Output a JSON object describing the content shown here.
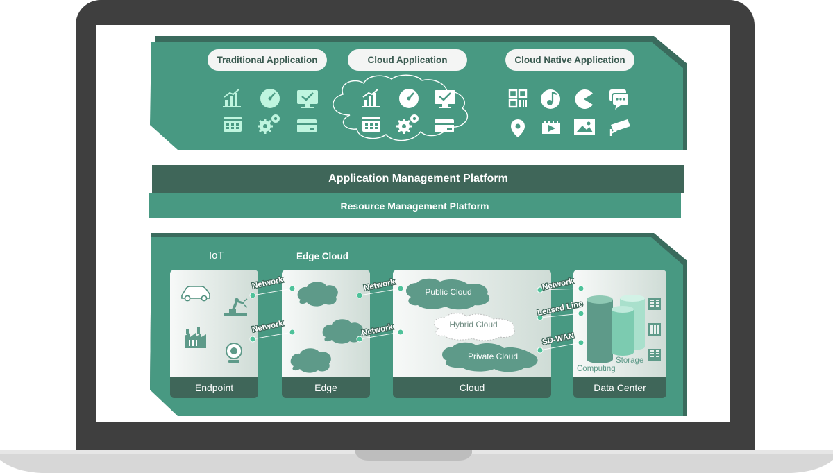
{
  "apps": {
    "traditional": "Traditional Application",
    "cloud": "Cloud Application",
    "cloud_native": "Cloud Native Application"
  },
  "platforms": {
    "application": "Application Management Platform",
    "resource": "Resource Management Platform"
  },
  "infra": {
    "iot": "IoT",
    "edge_cloud": "Edge Cloud",
    "columns": {
      "endpoint": "Endpoint",
      "edge": "Edge",
      "cloud": "Cloud",
      "datacenter": "Data Center"
    },
    "clouds": {
      "public": "Public Cloud",
      "hybrid": "Hybrid Cloud",
      "private": "Private Cloud"
    },
    "links": {
      "network": "Network",
      "leased": "Leased Line",
      "sdwan": "SD-WAN"
    },
    "dc": {
      "computing": "Computing",
      "storage": "Storage"
    }
  },
  "colors": {
    "teal": "#489982",
    "teal_dark": "#3f6659",
    "teal_shadow": "#3a6b5d",
    "icon_light": "#bff5df"
  }
}
